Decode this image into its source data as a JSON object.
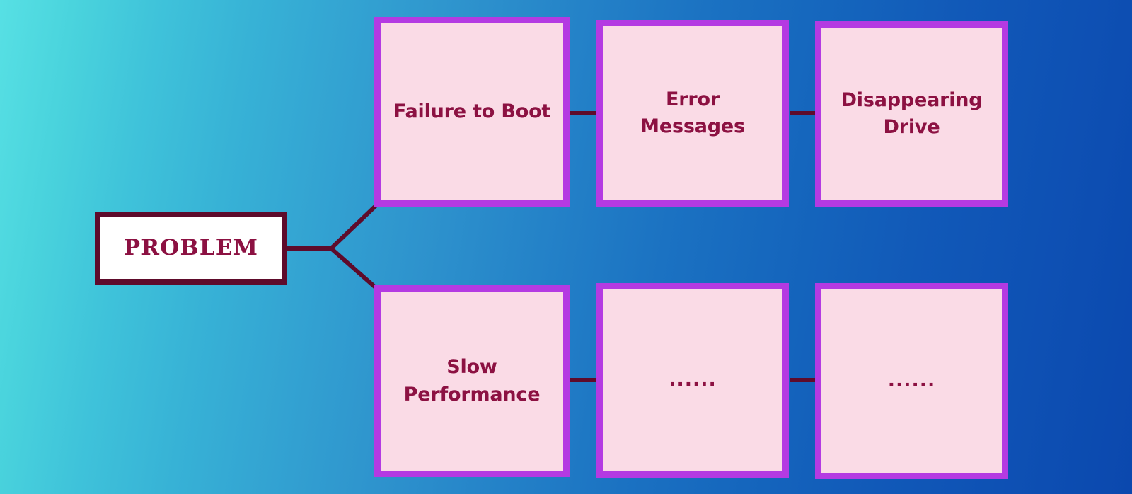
{
  "diagram": {
    "type": "problem-breakdown-tree",
    "background": {
      "gradient_from": "#57e0e4",
      "gradient_to": "#0b48ae",
      "direction": "left-to-right"
    },
    "colors": {
      "card_fill": "#fadbe6",
      "card_border": "#b43ae2",
      "text": "#8c1142",
      "root_border": "#5e0b2b",
      "root_fill": "#ffffff",
      "connector": "#5e0b2b"
    },
    "root": {
      "label": "PROBLEM"
    },
    "branches": [
      {
        "row": 1,
        "nodes": [
          {
            "label": "Failure to Boot"
          },
          {
            "label": "Error\nMessages"
          },
          {
            "label": "Disappearing\nDrive"
          }
        ]
      },
      {
        "row": 2,
        "nodes": [
          {
            "label": "Slow\nPerformance"
          },
          {
            "label": "......"
          },
          {
            "label": "......"
          }
        ]
      }
    ]
  }
}
